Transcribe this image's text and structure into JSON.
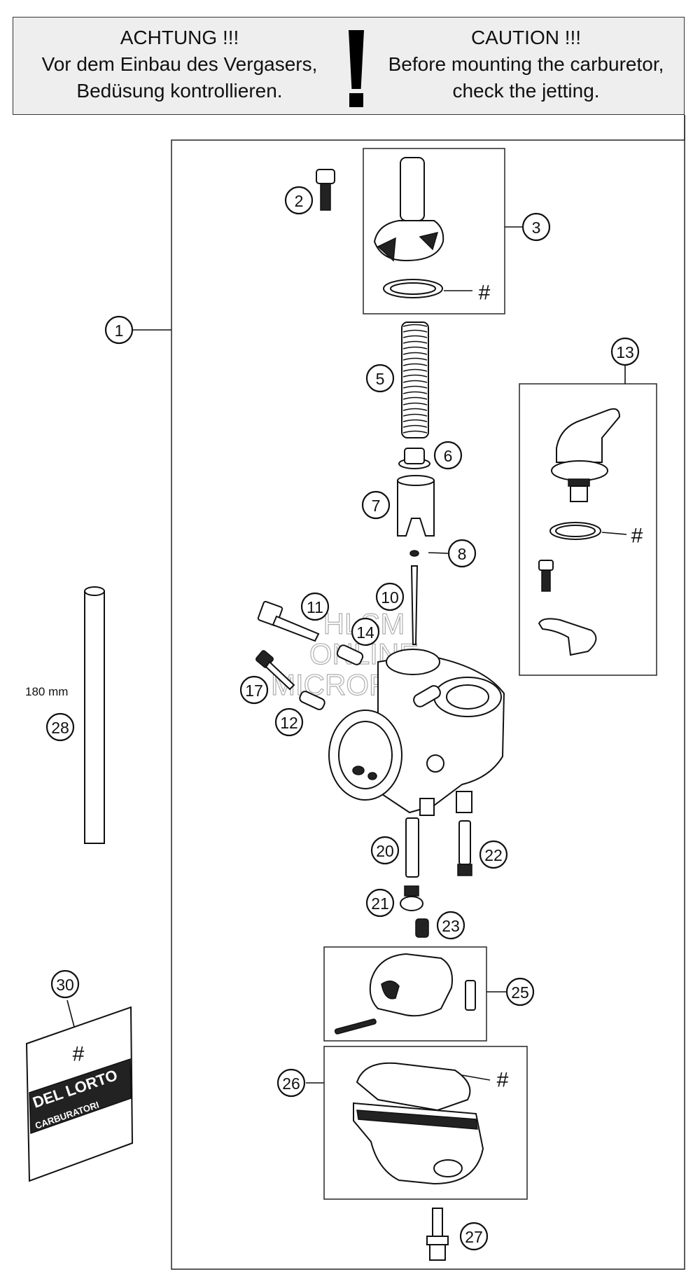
{
  "banner": {
    "de_title": "ACHTUNG !!!",
    "de_line1": "Vor dem Einbau des Vergasers,",
    "de_line2": "Bedüsung kontrollieren.",
    "en_title": "CAUTION !!!",
    "en_line1": "Before mounting the carburetor,",
    "en_line2": "check the jetting."
  },
  "labels": {
    "p1": "1",
    "p2": "2",
    "p3": "3",
    "p5": "5",
    "p6": "6",
    "p7": "7",
    "p8": "8",
    "p10": "10",
    "p11": "11",
    "p12": "12",
    "p13": "13",
    "p14": "14",
    "p17": "17",
    "p20": "20",
    "p21": "21",
    "p22": "22",
    "p23": "23",
    "p25": "25",
    "p26": "26",
    "p27": "27",
    "p28": "28",
    "p30": "30"
  },
  "hash_symbol": "#",
  "hose_length": "180 mm",
  "bag": {
    "brand": "DEL LORTO",
    "line2": "CARBURATORI"
  },
  "watermark": {
    "line1": "HLSM",
    "line2": "ONLINE",
    "line3": "MICROFICHE"
  }
}
